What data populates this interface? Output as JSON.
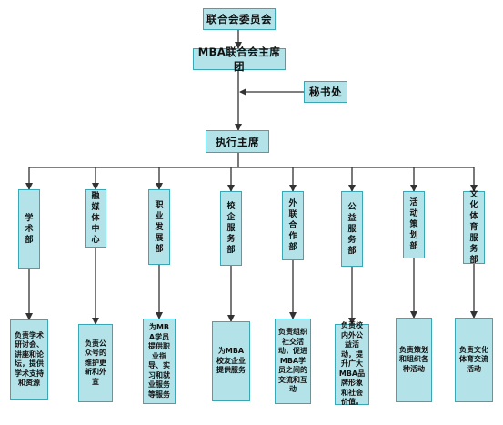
{
  "nodes": {
    "committee": "联合会委员会",
    "presidium": "MBA联合会主席团",
    "secretariat": "秘书处",
    "executive_chair": "执行主席"
  },
  "departments": [
    {
      "name": "学术部",
      "duty": "负责学术研讨会、讲座和论坛，提供学术支持和资源"
    },
    {
      "name": "融媒体中心",
      "duty": "负责公众号的维护更新和外宣"
    },
    {
      "name": "职业发展部",
      "duty": "为MBA学员提供职业指导、实习和就业服务等服务"
    },
    {
      "name": "校企服务部",
      "duty": "为MBA校友企业提供服务"
    },
    {
      "name": "外联合作部",
      "duty": "负责组织社交活动，促进MBA学员之间的交流和互动"
    },
    {
      "name": "公益服务部",
      "duty": "负责校内外公益活动，提升广大MBA品牌形象和社会价值。"
    },
    {
      "name": "活动策划部",
      "duty": "负责策划和组织各种活动"
    },
    {
      "name": "文化体育服务部",
      "duty": "负责文化体育交流活动"
    }
  ],
  "colors": {
    "box_fill": "#b3e3e8",
    "box_border": "#39a8b4",
    "connector": "#333333"
  }
}
